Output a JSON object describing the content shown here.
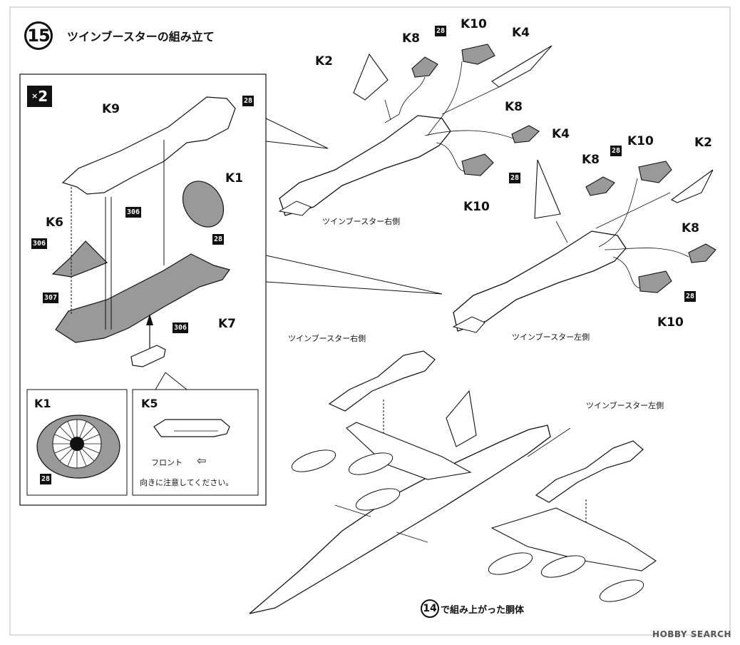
{
  "step": {
    "number": "15",
    "title": "ツインブースターの組み立て"
  },
  "multiplier": {
    "x": "×",
    "count": "2"
  },
  "parts": {
    "k9": "K9",
    "k1": "K1",
    "k6": "K6",
    "k7": "K7",
    "k2a": "K2",
    "k8a": "K8",
    "k10a": "K10",
    "k4a": "K4",
    "k8b": "K8",
    "k10b": "K10",
    "k4b": "K4",
    "k8c": "K8",
    "k10c": "K10",
    "k2b": "K2",
    "k8d": "K8",
    "k10d": "K10"
  },
  "numbers": {
    "n28_1": "28",
    "n306_1": "306",
    "n28_2": "28",
    "n306_2": "306",
    "n307": "307",
    "n306_3": "306",
    "n28_3": "28",
    "n28_4": "28",
    "n28_5": "28",
    "n28_6": "28",
    "n28_7": "28"
  },
  "captions": {
    "right_side": "ツインブースター右側",
    "left_side": "ツインブースター左側",
    "right_side2": "ツインブースター右側",
    "left_side2": "ツインブースター左側"
  },
  "detail_k1": {
    "label": "K1",
    "num": "28"
  },
  "detail_k5": {
    "label": "K5",
    "front": "フロント",
    "arrow": "⇦",
    "note": "向きに注意してください。"
  },
  "bottom": {
    "step": "14",
    "text": "で組み上がった胴体"
  },
  "watermark": "HOBBY SEARCH"
}
